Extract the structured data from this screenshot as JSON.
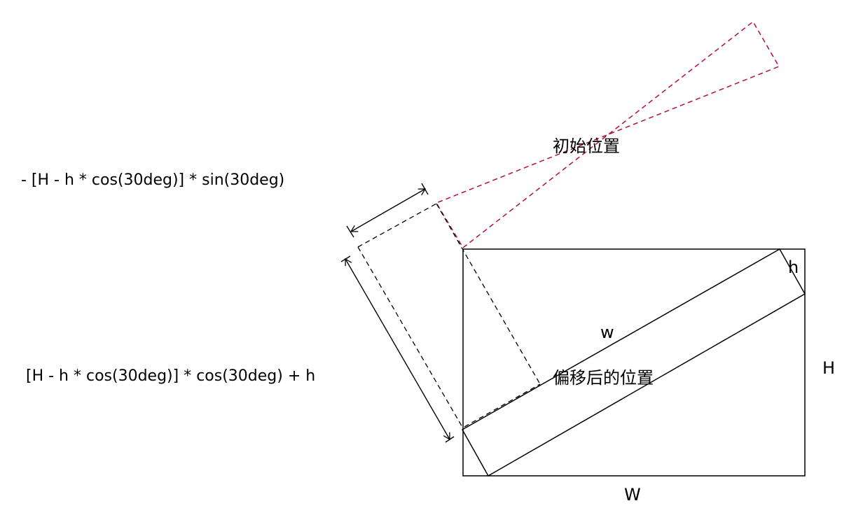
{
  "labels": {
    "formula_top": "- [H - h * cos(30deg)] * sin(30deg)",
    "formula_bottom": "[H - h * cos(30deg)] * cos(30deg) + h",
    "initial_position": "初始位置",
    "offset_position": "偏移后的位置",
    "small_w": "w",
    "small_h": "h",
    "big_H": "H",
    "big_W": "W"
  },
  "rotation": "30deg",
  "colors": {
    "line": "#000000",
    "initial_dashed": "#b0103a",
    "background": "#ffffff"
  }
}
